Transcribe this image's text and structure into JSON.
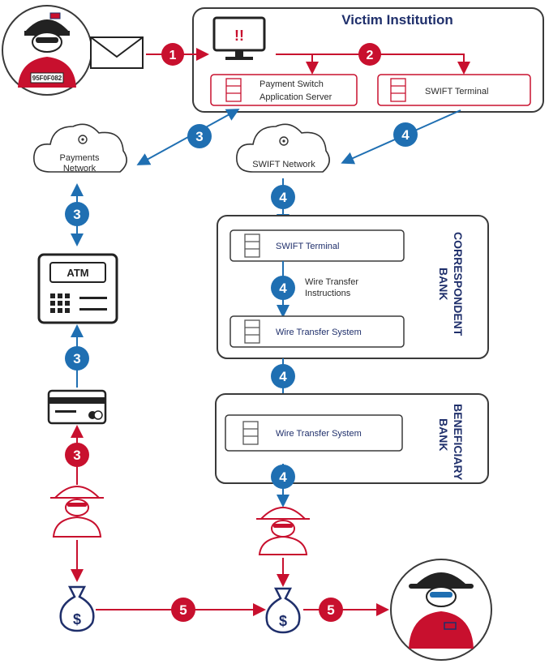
{
  "victim": {
    "title": "Victim Institution",
    "alert": "!!",
    "payment_switch_line1": "Payment Switch",
    "payment_switch_line2": "Application Server",
    "swift_terminal": "SWIFT Terminal"
  },
  "networks": {
    "payments_line1": "Payments",
    "payments_line2": "Network",
    "swift": "SWIFT Network"
  },
  "atm": {
    "label": "ATM"
  },
  "correspondent": {
    "title": "CORRESPONDENT BANK",
    "title_line1": "CORRESPONDENT",
    "title_line2": "BANK",
    "swift_terminal": "SWIFT Terminal",
    "wire_line1": "Wire Transfer",
    "wire_line2": "Instructions",
    "wire_system": "Wire Transfer System"
  },
  "beneficiary": {
    "title_line1": "BENEFICIARY",
    "title_line2": "BANK",
    "wire_system": "Wire Transfer System"
  },
  "attacker": {
    "tag": "95F0F082"
  },
  "steps": {
    "s1": "1",
    "s2": "2",
    "s3": "3",
    "s4": "4",
    "s5": "5"
  },
  "colors": {
    "red": "#c8102e",
    "blue": "#1f6fb2",
    "navy": "#1f2f6b",
    "gray": "#555555"
  }
}
